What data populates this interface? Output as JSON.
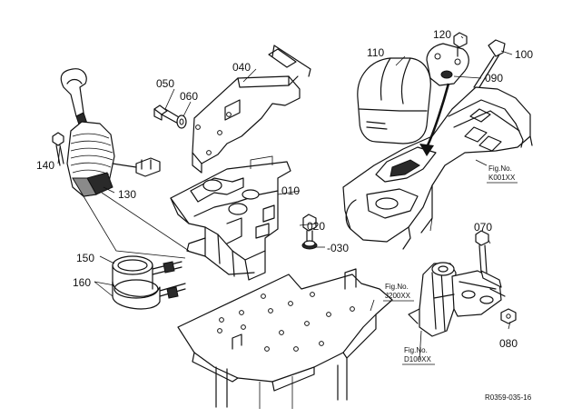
{
  "part_labels": {
    "p010": "010",
    "p020": "020",
    "p030": "-030",
    "p040": "040",
    "p050": "050",
    "p060": "060",
    "p070": "070",
    "p080": "080",
    "p090": "090",
    "p100": "100",
    "p110": "110",
    "p120": "120",
    "p130": "130",
    "p140": "140",
    "p150": "150",
    "p160": "160"
  },
  "figure_refs": {
    "k001": {
      "fig": "Fig.No.",
      "code": "K001XX"
    },
    "j200": {
      "fig": "Fig.No.",
      "code": "J200XX"
    },
    "d100": {
      "fig": "Fig.No.",
      "code": "D100XX"
    }
  },
  "drawing_code": "R0359-035-16"
}
